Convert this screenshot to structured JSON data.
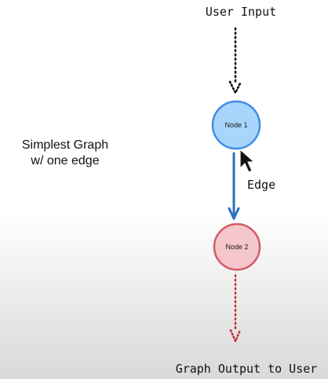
{
  "top_label": "User Input",
  "caption": {
    "line1": "Simplest Graph",
    "line2": "w/ one edge"
  },
  "nodes": [
    {
      "label": "Node 1",
      "fill": "#a9d4fb",
      "stroke": "#3f8ee6"
    },
    {
      "label": "Node 2",
      "fill": "#f5c7cc",
      "stroke": "#d45a66"
    }
  ],
  "edge": {
    "label": "Edge",
    "color": "#2d6fbf"
  },
  "output_label": "Graph Output to User",
  "colors": {
    "input_arrow": "#111111",
    "output_arrow": "#c0282e"
  },
  "icons": [
    "mouse-cursor-icon"
  ]
}
